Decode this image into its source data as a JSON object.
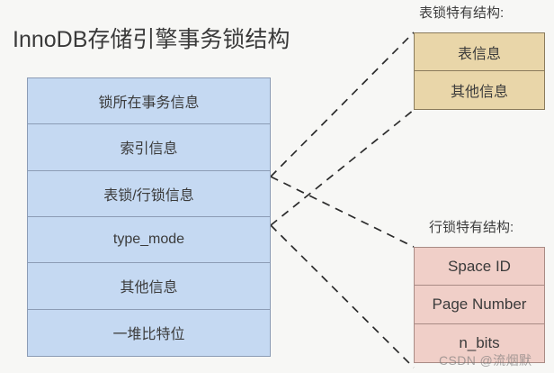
{
  "diagram": {
    "title": "InnoDB存储引擎事务锁结构",
    "background_color": "#f7f7f5",
    "type": "block-structure-diagram"
  },
  "main_structure": {
    "name": "lock-structure-stack",
    "fill_color": "#c5d9f2",
    "border_color": "#8c9cb5",
    "rows": [
      {
        "label": "锁所在事务信息"
      },
      {
        "label": "索引信息"
      },
      {
        "label": "表锁/行锁信息"
      },
      {
        "label": "type_mode"
      },
      {
        "label": "其他信息"
      },
      {
        "label": "一堆比特位"
      }
    ]
  },
  "table_lock": {
    "caption": "表锁特有结构:",
    "fill_color": "#e9d6a9",
    "border_color": "#8a7b5c",
    "rows": [
      {
        "label": "表信息"
      },
      {
        "label": "其他信息"
      }
    ]
  },
  "row_lock": {
    "caption": "行锁特有结构:",
    "fill_color": "#f0cfc8",
    "border_color": "#a98b85",
    "rows": [
      {
        "label": "Space ID"
      },
      {
        "label": "Page Number"
      },
      {
        "label": "n_bits"
      }
    ]
  },
  "connectors": {
    "style": "dashed",
    "color": "#2b2b2b"
  },
  "watermark": {
    "text": "CSDN @流烟默"
  }
}
